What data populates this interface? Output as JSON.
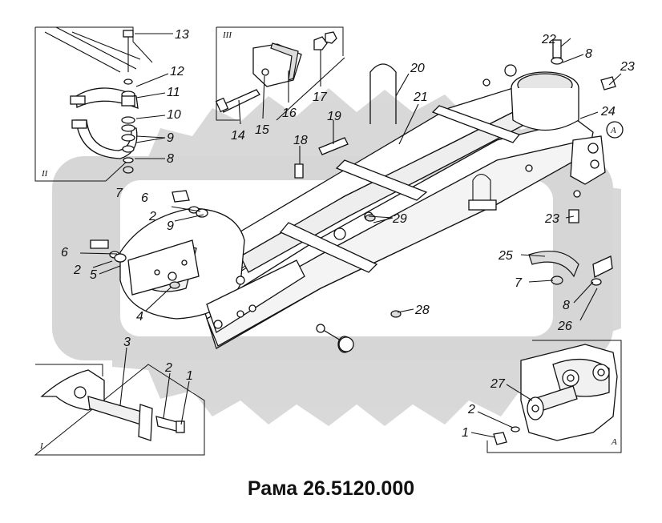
{
  "caption": "Рама 26.5120.000",
  "insets": {
    "i": "I",
    "ii": "II",
    "iii": "III",
    "a": "A"
  },
  "callout_a": "A",
  "watermark_color": "#c8c8c8",
  "line_color": "#111111",
  "labels": [
    "13",
    "12",
    "11",
    "10",
    "9",
    "8",
    "7",
    "14",
    "15",
    "16",
    "17",
    "18",
    "19",
    "20",
    "21",
    "22",
    "8",
    "23",
    "24",
    "6",
    "2",
    "9",
    "29",
    "23",
    "6",
    "2",
    "5",
    "4",
    "25",
    "7",
    "8",
    "26",
    "28",
    "3",
    "2",
    "1",
    "27",
    "2",
    "1"
  ]
}
